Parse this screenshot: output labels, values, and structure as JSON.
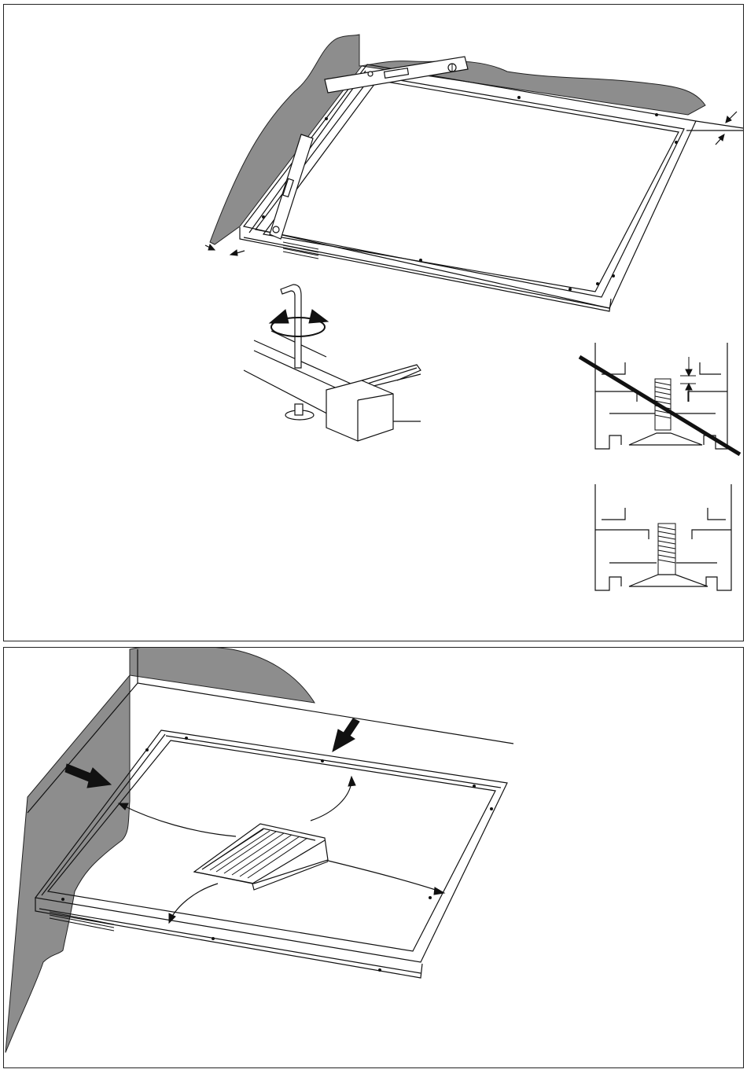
{
  "figures": [
    {
      "id": "step-leveling",
      "steps": [
        "spirit-level-on-frame",
        "adjust-foot-with-key",
        "foot-profile-wrong",
        "foot-profile-correct"
      ]
    },
    {
      "id": "step-install-tray",
      "steps": [
        "push-frame-to-walls",
        "place-shower-tray"
      ]
    }
  ],
  "icons": {
    "spirit_level": "spirit-level-icon",
    "allen_key": "allen-key-icon",
    "rotate": "rotate-arrows-icon",
    "prohibited": "prohibited-slash-icon",
    "push": "push-arrow-icon"
  },
  "colors": {
    "wall": "#8d8d8d",
    "line": "#111111",
    "paper": "#ffffff"
  }
}
